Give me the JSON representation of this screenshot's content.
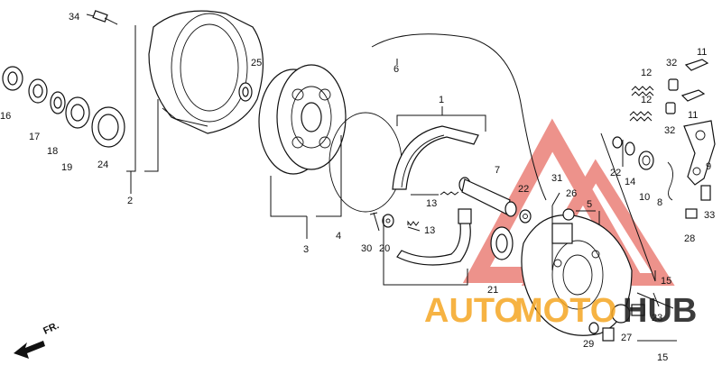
{
  "watermark": {
    "brand_part1": "AUTO",
    "brand_part2": "MOTO",
    "brand_part3": "HUB",
    "colors": {
      "triangle": "#e03a2e",
      "text_orange": "#f5a623",
      "text_dark": "#1a1a1a"
    }
  },
  "direction_label": "FR.",
  "part_labels": [
    "34",
    "25",
    "16",
    "17",
    "18",
    "19",
    "24",
    "2",
    "6",
    "1",
    "3",
    "4",
    "30",
    "20",
    "13",
    "13",
    "7",
    "22",
    "31",
    "26",
    "5",
    "21",
    "11",
    "32",
    "12",
    "12",
    "32",
    "11",
    "22",
    "14",
    "10",
    "8",
    "9",
    "33",
    "28",
    "15",
    "23",
    "29",
    "27",
    "15"
  ]
}
